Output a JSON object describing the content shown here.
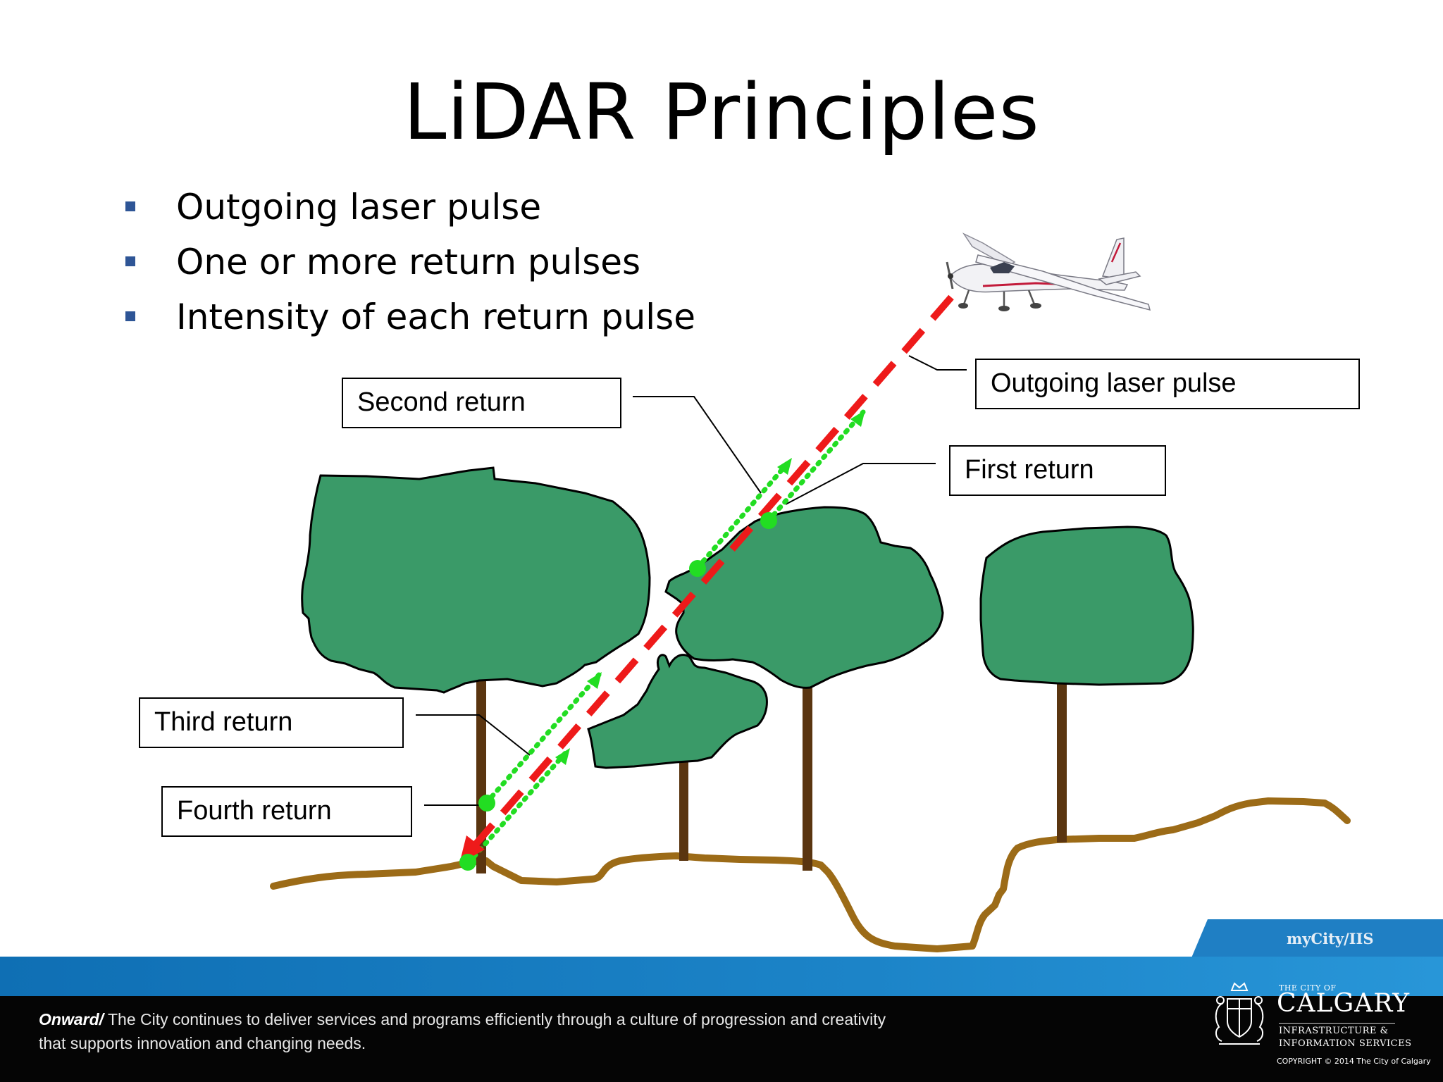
{
  "slide": {
    "title": "LiDAR Principles",
    "bullets": [
      "Outgoing laser pulse",
      "One or more return pulses",
      "Intensity of each return pulse"
    ]
  },
  "diagram": {
    "labels": {
      "second_return": "Second return",
      "outgoing_pulse": "Outgoing laser pulse",
      "first_return": "First return",
      "third_return": "Third return",
      "fourth_return": "Fourth return"
    },
    "colors": {
      "tree_canopy": "#3a9a68",
      "trunk": "#5a3510",
      "ground": "#9c6b17",
      "outgoing_pulse": "#ee1a1a",
      "return_pulse": "#22dd22",
      "return_point": "#22dd22"
    }
  },
  "footer": {
    "tagline_bold": "Onward/",
    "tagline_line1": " The City continues to deliver services and programs efficiently through a culture of progression and creativity",
    "tagline_line2": "that supports innovation and changing needs.",
    "mycity": "myCity/IIS",
    "city_of": "THE CITY OF",
    "calgary": "CALGARY",
    "dept_line1": "INFRASTRUCTURE &",
    "dept_line2": "INFORMATION SERVICES",
    "copyright": "COPYRIGHT © 2014 The City of Calgary",
    "colors": {
      "blue_band": "#1c84c8",
      "black_band": "#050505",
      "bullet": "#2e5596"
    }
  }
}
